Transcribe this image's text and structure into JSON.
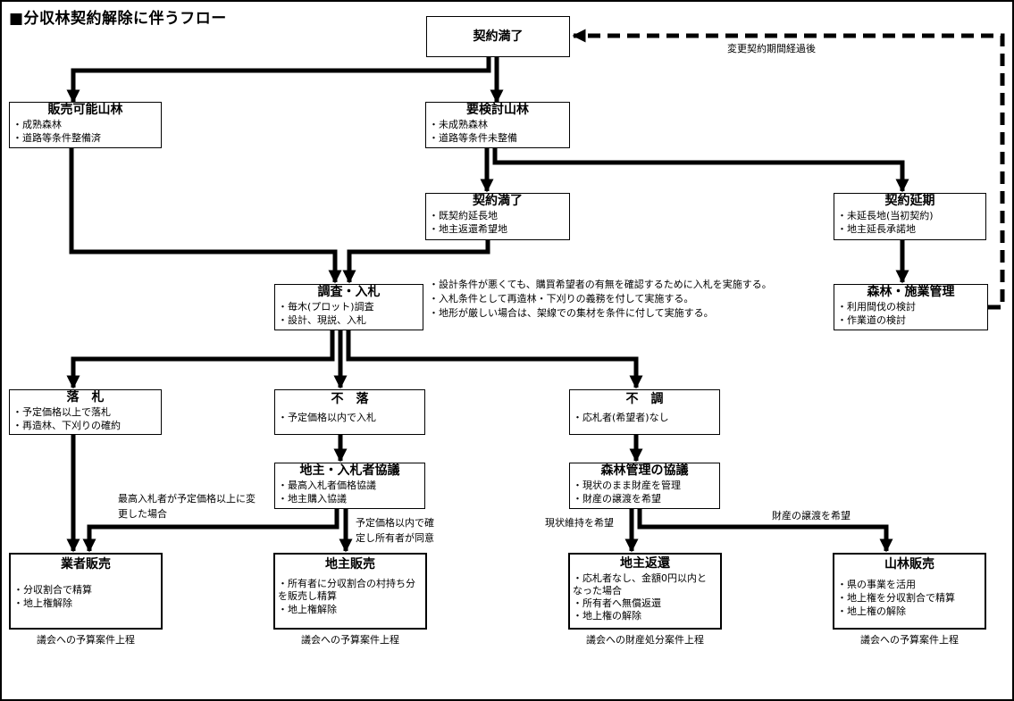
{
  "title": "■分収林契約解除に伴うフロー",
  "boxes": {
    "top": {
      "heading": "契約満了",
      "items": []
    },
    "sellable": {
      "heading": "販売可能山林",
      "items": [
        "・成熟森林",
        "・道路等条件整備済"
      ]
    },
    "review": {
      "heading": "要検討山林",
      "items": [
        "・未成熟森林",
        "・道路等条件未整備"
      ]
    },
    "expire2": {
      "heading": "契約満了",
      "items": [
        "・既契約延長地",
        "・地主返還希望地"
      ]
    },
    "extend": {
      "heading": "契約延期",
      "items": [
        "・未延長地(当初契約)",
        "・地主延長承諾地"
      ]
    },
    "forest_mgmt": {
      "heading": "森林・施業管理",
      "items": [
        "・利用間伐の検討",
        "・作業道の検討"
      ]
    },
    "survey": {
      "heading": "調査・入札",
      "items": [
        "・毎木(プロット)調査",
        "・設計、現説、入札"
      ]
    },
    "win": {
      "heading": "落　札",
      "items": [
        "・予定価格以上で落札",
        "・再造林、下刈りの確約"
      ]
    },
    "nowin": {
      "heading": "不　落",
      "items": [
        "・予定価格以内で入札"
      ]
    },
    "nodeal": {
      "heading": "不　調",
      "items": [
        "・応札者(希望者)なし"
      ]
    },
    "owner_bid": {
      "heading": "地主・入札者協議",
      "items": [
        "・最高入札者価格協議",
        "・地主購入協議"
      ]
    },
    "forest_talk": {
      "heading": "森林管理の協議",
      "items": [
        "・現状のまま財産を管理",
        "・財産の譲渡を希望"
      ]
    },
    "dealer": {
      "heading": "業者販売",
      "items": [
        "・分収割合で精算",
        "・地上権解除"
      ]
    },
    "owner_sale": {
      "heading": "地主販売",
      "items": [
        "・所有者に分収割合の村持ち分を販売し精算",
        "・地上権解除"
      ]
    },
    "owner_return": {
      "heading": "地主返還",
      "items": [
        "・応札者なし、金額0円以内となった場合",
        "・所有者へ無償返還",
        "・地上権の解除"
      ]
    },
    "forest_sale": {
      "heading": "山林販売",
      "items": [
        "・県の事業を活用",
        "・地上権を分収割合で精算",
        "・地上権の解除"
      ]
    }
  },
  "captions": {
    "dealer": "議会への予算案件上程",
    "owner_sale": "議会への予算案件上程",
    "owner_return": "議会への財産処分案件上程",
    "forest_sale": "議会への予算案件上程"
  },
  "labels": {
    "after_period": "変更契約期間経過後",
    "highest_bidder": "最高入札者が予定価格以上に変更した場合",
    "within_price": "予定価格以内で確定し所有者が同意",
    "keep_status": "現状維持を希望",
    "transfer": "財産の譲渡を希望"
  },
  "notes": [
    "・設計条件が悪くても、購買希望者の有無を確認するために入札を実施する。",
    "・入札条件として再造林・下刈りの義務を付して実施する。",
    "・地形が厳しい場合は、架線での集材を条件に付して実施する。"
  ]
}
